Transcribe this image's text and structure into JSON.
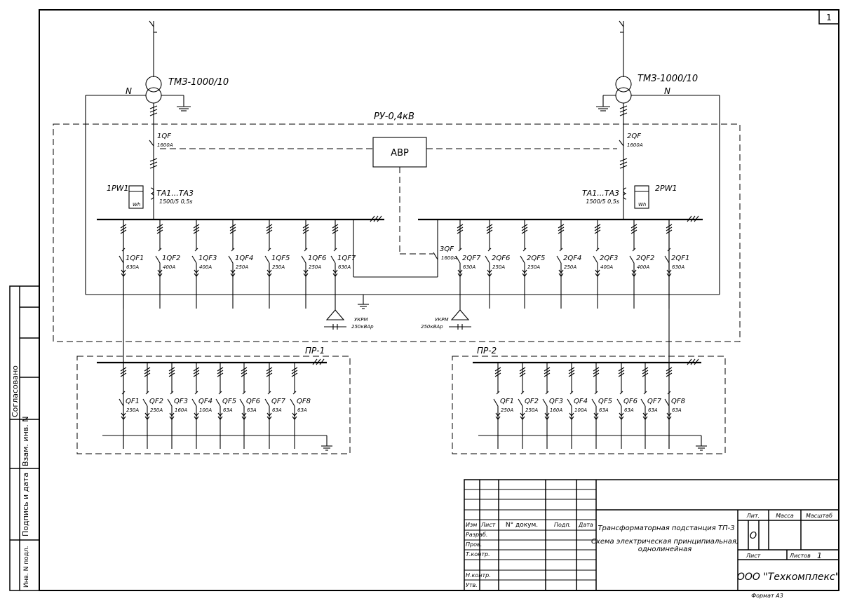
{
  "sheet_number": "1",
  "format_label": "Формат А3",
  "transformers": {
    "left": {
      "label": "ТМЗ-1000/10",
      "neutral": "N"
    },
    "right": {
      "label": "ТМЗ-1000/10",
      "neutral": "N"
    }
  },
  "switchgear": {
    "title": "РУ-0,4кВ",
    "avr_label": "АВР",
    "input_left": {
      "breaker": "1QF",
      "rating": "1600А",
      "ct": "ТА1...ТА3",
      "ct_ratio": "1500/5 0,5s",
      "meter": "1PW1",
      "meter_unit": "Wh"
    },
    "input_right": {
      "breaker": "2QF",
      "rating": "1600А",
      "ct": "ТА1...ТА3",
      "ct_ratio": "1500/5 0,5s",
      "meter": "2PW1",
      "meter_unit": "Wh"
    },
    "tie": {
      "breaker": "3QF",
      "rating": "1600А"
    },
    "compensation_left": {
      "label": "УКРМ",
      "power": "250кВАр"
    },
    "compensation_right": {
      "label": "УКРМ",
      "power": "250кВАр"
    },
    "feeders_left": [
      {
        "name": "1QF1",
        "rating": "630А"
      },
      {
        "name": "1QF2",
        "rating": "400А"
      },
      {
        "name": "1QF3",
        "rating": "400А"
      },
      {
        "name": "1QF4",
        "rating": "250А"
      },
      {
        "name": "1QF5",
        "rating": "250А"
      },
      {
        "name": "1QF6",
        "rating": "250А"
      },
      {
        "name": "1QF7",
        "rating": "630А"
      }
    ],
    "feeders_right": [
      {
        "name": "2QF7",
        "rating": "630А"
      },
      {
        "name": "2QF6",
        "rating": "250А"
      },
      {
        "name": "2QF5",
        "rating": "250А"
      },
      {
        "name": "2QF4",
        "rating": "250А"
      },
      {
        "name": "2QF3",
        "rating": "400А"
      },
      {
        "name": "2QF2",
        "rating": "400А"
      },
      {
        "name": "2QF1",
        "rating": "630А"
      }
    ]
  },
  "panels": [
    {
      "title": "ПР-1",
      "feeders": [
        {
          "name": "QF1",
          "rating": "250А"
        },
        {
          "name": "QF2",
          "rating": "250А"
        },
        {
          "name": "QF3",
          "rating": "160А"
        },
        {
          "name": "QF4",
          "rating": "100А"
        },
        {
          "name": "QF5",
          "rating": "63А"
        },
        {
          "name": "QF6",
          "rating": "63А"
        },
        {
          "name": "QF7",
          "rating": "63А"
        },
        {
          "name": "QF8",
          "rating": "63А"
        }
      ]
    },
    {
      "title": "ПР-2",
      "feeders": [
        {
          "name": "QF1",
          "rating": "250А"
        },
        {
          "name": "QF2",
          "rating": "250А"
        },
        {
          "name": "QF3",
          "rating": "160А"
        },
        {
          "name": "QF4",
          "rating": "100А"
        },
        {
          "name": "QF5",
          "rating": "63А"
        },
        {
          "name": "QF6",
          "rating": "63А"
        },
        {
          "name": "QF7",
          "rating": "63А"
        },
        {
          "name": "QF8",
          "rating": "63А"
        }
      ]
    }
  ],
  "side_stamp": {
    "agreed": "Согласовано",
    "vzam": "Взам. инв. N",
    "signature_date": "Подпись и дата",
    "inv_original": "Инв. N подл."
  },
  "title_block": {
    "col_headers": [
      "Изм",
      "Лист",
      "N° докум.",
      "Подп.",
      "Дата"
    ],
    "roles": [
      "Разраб.",
      "Пров.",
      "Т.контр.",
      "",
      "Н.контр.",
      "Утв."
    ],
    "object": "Трансформаторная подстанция ТП-3",
    "drawing": "Схема электрическая принципиальная, однолинейная",
    "lit_header": "Лит.",
    "mass_header": "Масса",
    "scale_header": "Масштаб",
    "lit_value": "О",
    "sheet_label": "Лист",
    "sheets_label": "Листов",
    "sheets_value": "1",
    "company": "ООО \"Техкомплекс\""
  }
}
